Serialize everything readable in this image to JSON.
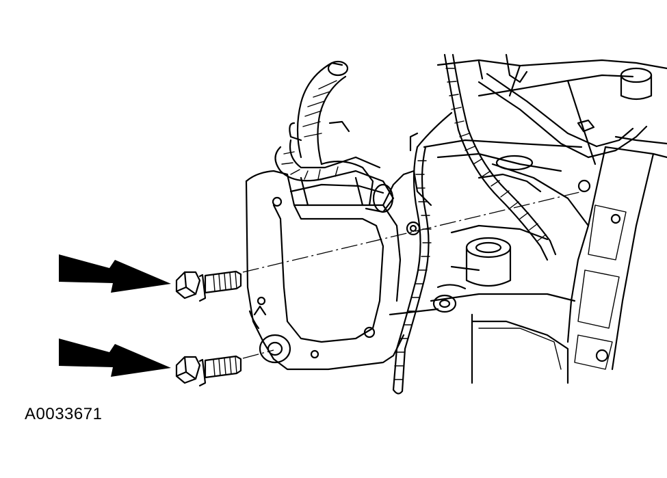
{
  "figure": {
    "id": "A0033671",
    "ink_color": "#000000",
    "background_color": "#ffffff"
  },
  "callouts": {
    "arrow_count": 2,
    "bolt_count": 2
  }
}
